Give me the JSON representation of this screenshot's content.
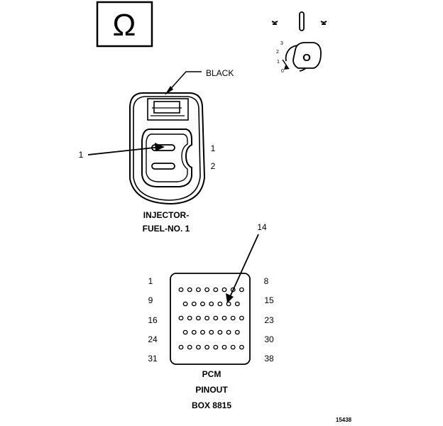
{
  "ohmmeter": {
    "symbol": "Ω"
  },
  "ignition_switch": {
    "position_labels": [
      "3",
      "2",
      "1",
      "0"
    ],
    "key_letter": "O"
  },
  "injector_connector": {
    "wire_color_label": "BLACK",
    "callout_label": "1",
    "pin_labels": [
      "1",
      "2"
    ],
    "name_line1": "INJECTOR-",
    "name_line2": "FUEL-NO. 1"
  },
  "pcm_connector": {
    "callout_label": "14",
    "left_row_labels": [
      "1",
      "9",
      "16",
      "24",
      "31"
    ],
    "right_row_labels": [
      "8",
      "15",
      "23",
      "30",
      "38"
    ],
    "row_pin_counts": [
      8,
      7,
      8,
      7,
      8
    ],
    "name_line1": "PCM",
    "name_line2": "PINOUT",
    "name_line3": "BOX 8815"
  },
  "figure_number": "15438"
}
